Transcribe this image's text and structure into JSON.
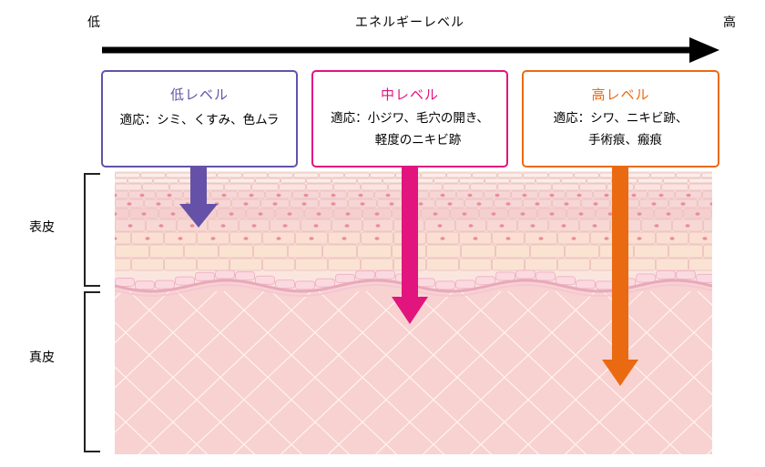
{
  "energy_axis": {
    "low_label": "低",
    "title": "エネルギーレベル",
    "high_label": "高"
  },
  "levels": [
    {
      "title": "低レベル",
      "desc_lines": [
        "適応：シミ、くすみ、色ムラ"
      ],
      "color": "#6552a8"
    },
    {
      "title": "中レベル",
      "desc_lines": [
        "適応：小ジワ、毛穴の開き、",
        "軽度のニキビ跡"
      ],
      "color": "#e2147e"
    },
    {
      "title": "高レベル",
      "desc_lines": [
        "適応：シワ、ニキビ跡、",
        "手術痕、瘢痕"
      ],
      "color": "#ea6a12"
    }
  ],
  "skin_layers": {
    "epidermis_label": "表皮",
    "dermis_label": "真皮"
  },
  "colors": {
    "epidermis_top": "#f9e6e4",
    "epidermis_bottom": "#fbe0cf",
    "dermis": "#f8d2d0",
    "cell_line": "#eec6c2",
    "bracket": "#222222",
    "axis_arrow": "#000000"
  }
}
